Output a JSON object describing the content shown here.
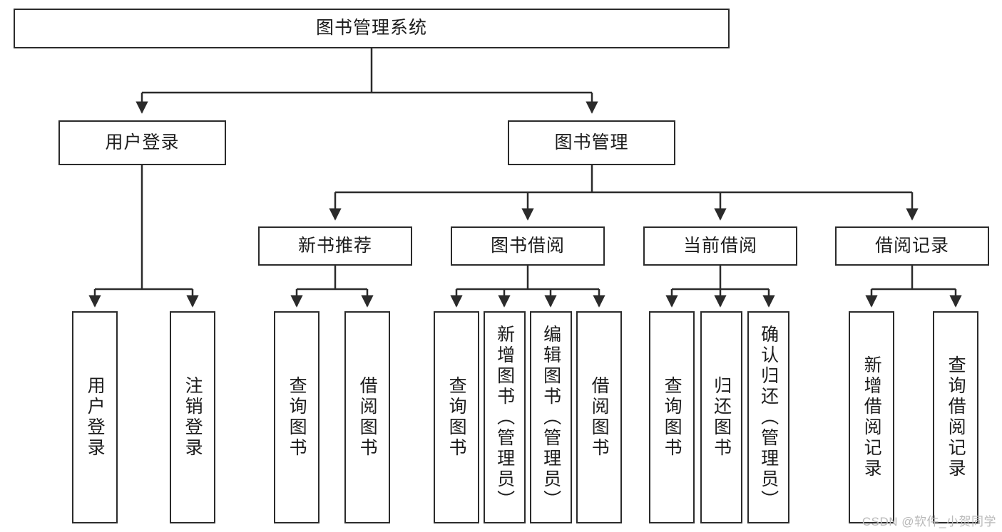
{
  "diagram": {
    "title": "图书管理系统",
    "type": "hierarchy-tree",
    "colors": {
      "box_border": "#2b2b2b",
      "box_fill": "#ffffff",
      "line": "#2b2b2b",
      "text": "#1c1c1c",
      "watermark": "#b9b9b9",
      "background": "#ffffff"
    },
    "root": {
      "label": "图书管理系统"
    },
    "level2": [
      {
        "label": "用户登录"
      },
      {
        "label": "图书管理"
      }
    ],
    "level3": [
      {
        "label": "新书推荐"
      },
      {
        "label": "图书借阅"
      },
      {
        "label": "当前借阅"
      },
      {
        "label": "借阅记录"
      }
    ],
    "leaves": {
      "user_login": [
        {
          "label": "用户登录"
        },
        {
          "label": "注销登录"
        }
      ],
      "new_book_recommend": [
        {
          "label": "查询图书"
        },
        {
          "label": "借阅图书"
        }
      ],
      "book_borrow": [
        {
          "label": "查询图书"
        },
        {
          "label": "新增图书（管理员）"
        },
        {
          "label": "编辑图书（管理员）"
        },
        {
          "label": "借阅图书"
        }
      ],
      "current_borrow": [
        {
          "label": "查询图书"
        },
        {
          "label": "归还图书"
        },
        {
          "label": "确认归还（管理员）"
        }
      ],
      "borrow_record": [
        {
          "label": "新增借阅记录"
        },
        {
          "label": "查询借阅记录"
        }
      ]
    }
  },
  "watermark": {
    "text": "CSDN @软件_小贺同学"
  }
}
